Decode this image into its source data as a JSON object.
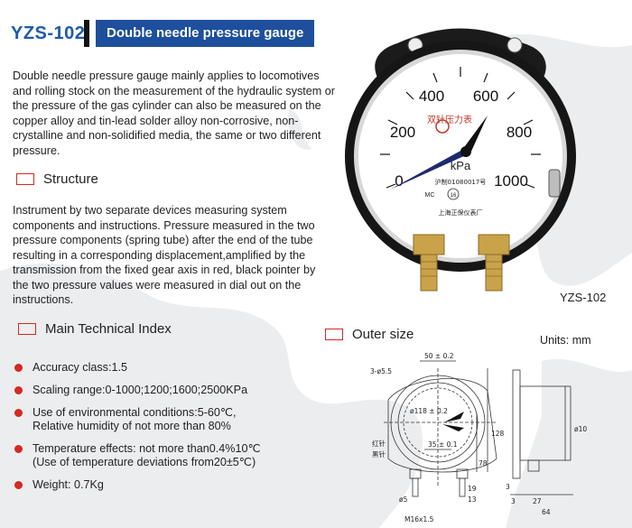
{
  "header": {
    "model": "YZS-102",
    "title": "Double needle pressure gauge"
  },
  "intro": "Double needle pressure gauge mainly applies to locomotives and rolling stock on the measurement of the hydraulic system or the pressure of the gas cylinder can also be measured on the copper alloy and tin-lead solder alloy non-corrosive, non-crystalline and non-solidified media, the same or two different pressure.",
  "structure": {
    "title": "Structure",
    "text": "Instrument by two separate devices measuring system components and instructions. Pressure measured in the two pressure components (spring tube) after the end of the tube resulting in a corresponding displacement,amplified by the transmission from the fixed gear axis in red, black pointer by the two pressure values were measured in dial out on the instructions."
  },
  "gauge": {
    "caption": "YZS-102",
    "scale": [
      "0",
      "200",
      "400",
      "600",
      "800",
      "1000"
    ],
    "unit": "kPa",
    "dial_text": "双针压力表",
    "serial": "沪制01080017号",
    "maker": "上海正保仪表厂",
    "marks": [
      "MC",
      "16"
    ]
  },
  "tech": {
    "title": "Main Technical Index",
    "items": [
      "Accuracy class:1.5",
      "Scaling range:0-1000;1200;1600;2500KPa",
      "Use of environmental conditions:5-60℃,\nRelative humidity of not more than 80%",
      "Temperature effects: not more than0.4%10℃\n(Use of temperature deviations from20±5℃)",
      "Weight: 0.7Kg"
    ]
  },
  "outer": {
    "title": "Outer size",
    "units": "Units: mm",
    "dims": {
      "holes": "3-ø5.5",
      "top": "50 ± 0.2",
      "pcd": "ø118 ± 0.2",
      "mid": "35 ± 0.1",
      "red": "红针",
      "black": "黑针",
      "h128": "128",
      "h78": "78",
      "d100": "ø100",
      "t3a": "3",
      "t3b": "3",
      "t27": "27",
      "t64": "64",
      "t19": "19",
      "t13": "13",
      "d5": "ø5",
      "thread": "M16x1.5"
    }
  }
}
